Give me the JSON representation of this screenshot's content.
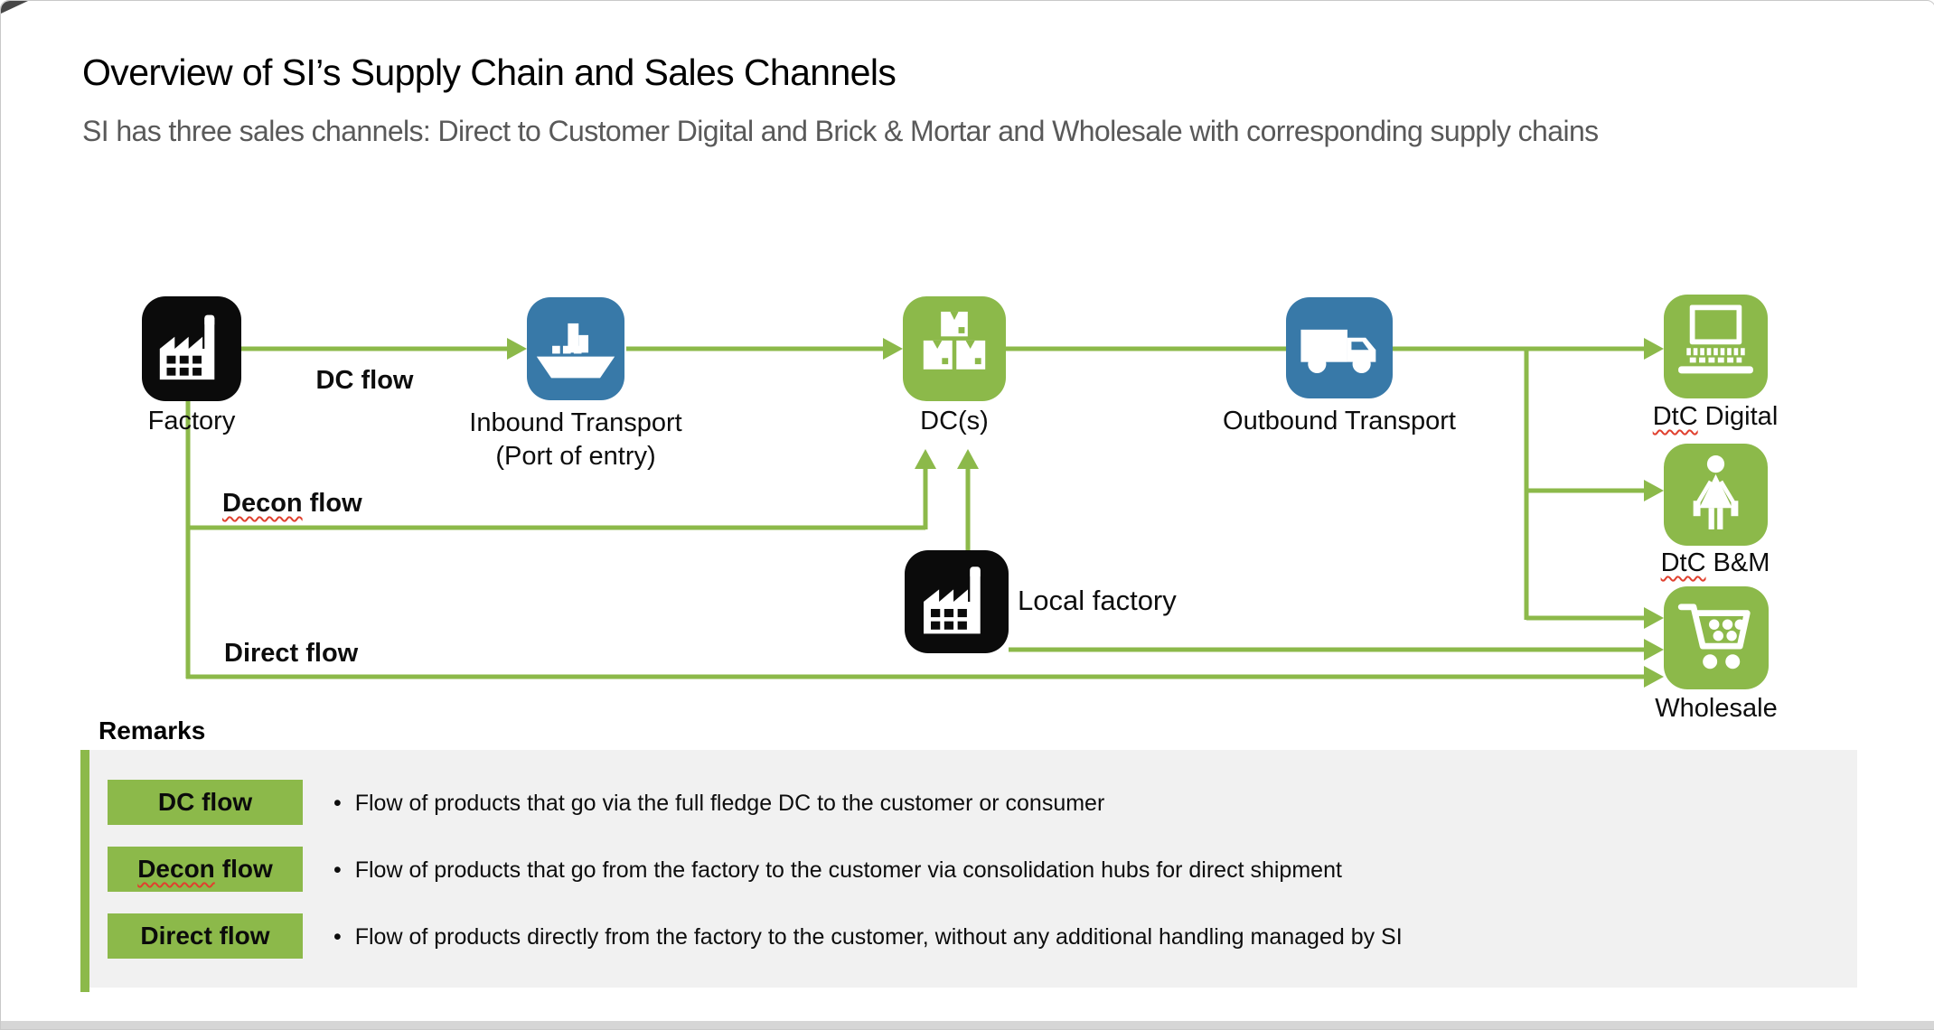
{
  "slide": {
    "title": "Overview of SI’s Supply Chain and Sales Channels",
    "subtitle": "SI has three sales channels: Direct to Customer Digital and Brick & Mortar and Wholesale with corresponding supply chains"
  },
  "diagram": {
    "labels": {
      "factory": "Factory",
      "inbound_line1": "Inbound Transport",
      "inbound_line2": "(Port of entry)",
      "dcs": "DC(s)",
      "outbound": "Outbound Transport",
      "dtc_digital_prefix": "DtC",
      "dtc_digital_suffix": "Digital",
      "dtc_bm_prefix": "DtC",
      "dtc_bm_suffix": "B&M",
      "wholesale": "Wholesale",
      "local_factory": "Local factory",
      "dc_flow": "DC flow",
      "decon_prefix": "Decon",
      "decon_suffix": "flow",
      "direct_flow": "Direct flow"
    },
    "icons": [
      "factory-icon",
      "ship-icon",
      "boxes-icon",
      "truck-icon",
      "laptop-icon",
      "shopper-icon",
      "cart-icon",
      "factory-icon"
    ]
  },
  "remarks": {
    "heading": "Remarks",
    "bullet": "•",
    "items": [
      {
        "label": "DC flow",
        "description": "Flow of products that go via the full fledge DC to the customer or consumer"
      },
      {
        "label_prefix": "Decon",
        "label_suffix": "flow",
        "description": "Flow of products that go from the factory to the customer via consolidation hubs for direct shipment"
      },
      {
        "label": "Direct flow",
        "description": "Flow of products directly from the factory to the customer, without any additional handling managed by SI"
      }
    ]
  },
  "colors": {
    "green": "#8cb94a",
    "blue": "#3879a8",
    "black": "#0b0b0b",
    "panel_gray": "#f1f1f1",
    "squiggle_red": "#e0402e",
    "subtitle_gray": "#595959"
  }
}
